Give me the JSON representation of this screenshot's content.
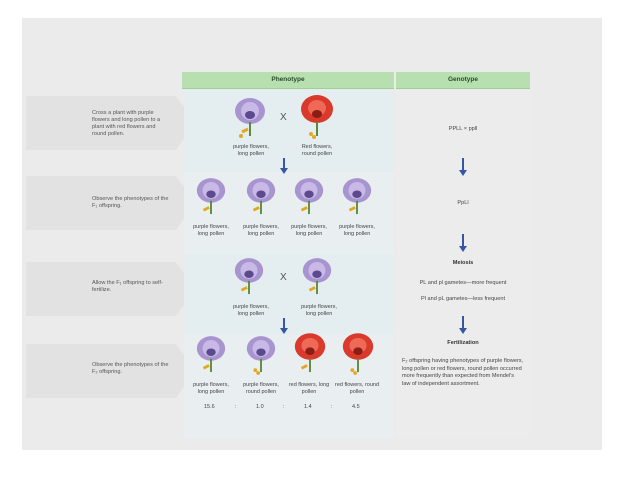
{
  "headers": {
    "phenotype": "Phenotype",
    "genotype": "Genotype"
  },
  "steps": [
    {
      "text": "Cross a plant with purple flowers and long pollen to a plant with red flowers and round pollen."
    },
    {
      "text": "Observe the phenotypes of the F₁ offspring."
    },
    {
      "text": "Allow the F₁ offspring to self-fertilize."
    },
    {
      "text": "Observe the phenotypes of the F₂ offspring."
    }
  ],
  "cross_symbol": "X",
  "row1": {
    "left_label": "purple flowers, long pollen",
    "right_label": "Red flowers, round pollen"
  },
  "row2": {
    "labels": [
      "purple flowers, long pollen",
      "purple flowers, long pollen",
      "purple flowers, long pollen",
      "purple flowers, long pollen"
    ]
  },
  "row3": {
    "left_label": "purple flowers, long pollen",
    "right_label": "purple flowers, long pollen"
  },
  "row4": {
    "labels": [
      "purple flowers, long pollen",
      "purple flowers, round pollen",
      "red flowers, long pollen",
      "red flowers, round pollen"
    ],
    "ratios": [
      "15.6",
      "1.0",
      "1.4",
      "4.5"
    ],
    "separator": ":"
  },
  "genotype": {
    "cross": "PPLL × ppll",
    "f1": "PpLl",
    "meiosis_title": "Meiosis",
    "meiosis_line1": "PL and pl gametes—more frequent",
    "meiosis_line2": "Pl and pL gametes—less frequent",
    "fert_title": "Fertilization",
    "fert_text": "F₂ offspring having phenotypes of purple flowers, long pollen or red flowers, round pollen occurred more frequently than expected from Mendel's law of independent assortment."
  },
  "colors": {
    "purple": "#a895cf",
    "red": "#d93a2c",
    "arrow": "#3556a3",
    "header": "#b7dfb0"
  }
}
